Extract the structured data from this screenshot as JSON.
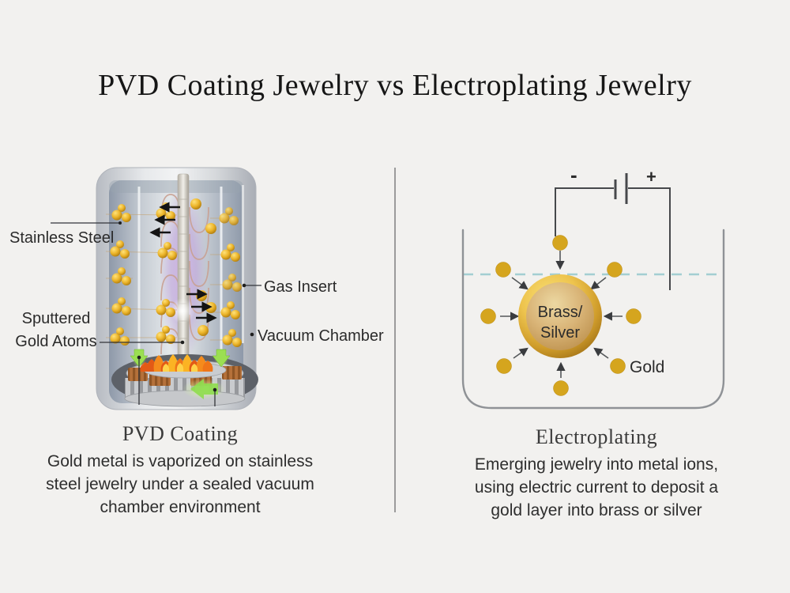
{
  "title": "PVD Coating Jewelry vs Electroplating Jewelry",
  "colors": {
    "background": "#f2f1ef",
    "gold": "#d5a51e",
    "gold_deep": "#b07c0e",
    "flame": "#f58b1c",
    "plasma": "#b99ad8",
    "green_glow": "#8edd4e",
    "liquid_dash": "#a3ced2",
    "wire": "#46484b",
    "text": "#2b2b2b"
  },
  "pvd": {
    "heading": "PVD Coating",
    "labels": {
      "stainless_steel": "Stainless Steel",
      "sputtered_line1": "Sputtered",
      "sputtered_line2": "Gold Atoms",
      "gas_insert": "Gas Insert",
      "vacuum_chamber": "Vacuum Chamber"
    },
    "description_lines": [
      "Gold metal is vaporized on stainless",
      "steel jewelry under a sealed vacuum",
      "chamber environment"
    ]
  },
  "electro": {
    "heading": "Electroplating",
    "labels": {
      "negative": "-",
      "positive": "+",
      "electrode_line1": "Brass/",
      "electrode_line2": "Silver",
      "gold_ion": "Gold"
    },
    "description_lines": [
      "Emerging jewelry into metal ions,",
      "using electric current to deposit a",
      "gold layer into brass or silver"
    ]
  }
}
